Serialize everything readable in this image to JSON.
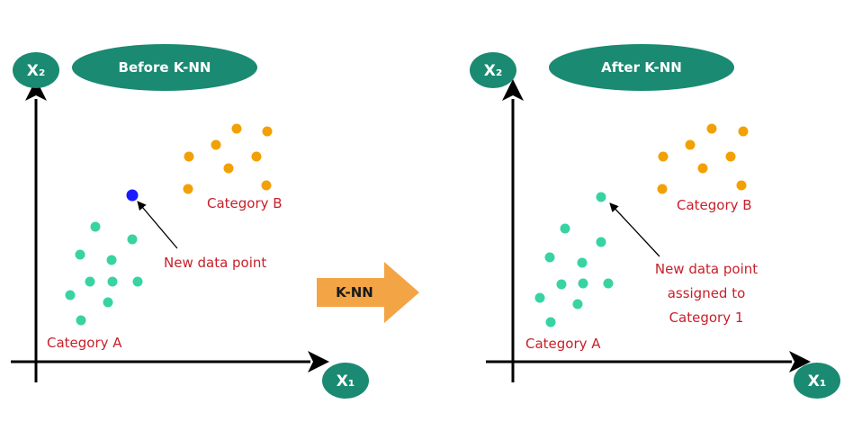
{
  "colors": {
    "teal_badge": "#1a8a72",
    "category_a": "#38d3a3",
    "category_b": "#f2a007",
    "new_point": "#1a1aff",
    "label_red": "#c8202a",
    "arrow_orange": "#f3a445"
  },
  "arrow_label": "K-NN",
  "before": {
    "title": "Before K-NN",
    "y_axis_label": "X₂",
    "x_axis_label": "X₁",
    "category_a_label": "Category A",
    "category_b_label": "Category B",
    "annotation_lines": [
      "New data point"
    ]
  },
  "after": {
    "title": "After K-NN",
    "y_axis_label": "X₂",
    "x_axis_label": "X₁",
    "category_a_label": "Category A",
    "category_b_label": "Category B",
    "annotation_lines": [
      "New data point",
      "assigned to",
      "Category 1"
    ]
  }
}
